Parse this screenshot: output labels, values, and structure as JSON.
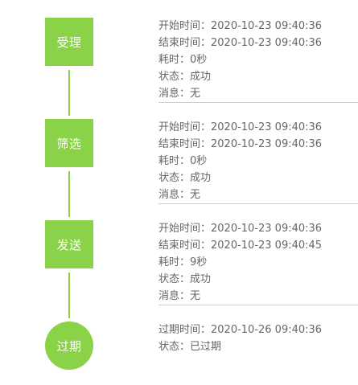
{
  "steps": [
    {
      "label": "受理",
      "lines": [
        "开始时间：2020-10-23 09:40:36",
        "结束时间：2020-10-23 09:40:36",
        "耗时：0秒",
        "状态：成功",
        "消息：无"
      ]
    },
    {
      "label": "筛选",
      "lines": [
        "开始时间：2020-10-23 09:40:36",
        "结束时间：2020-10-23 09:40:36",
        "耗时：0秒",
        "状态：成功",
        "消息：无"
      ]
    },
    {
      "label": "发送",
      "lines": [
        "开始时间：2020-10-23 09:40:36",
        "结束时间：2020-10-23 09:40:45",
        "耗时：9秒",
        "状态：成功",
        "消息：无"
      ]
    },
    {
      "label": "过期",
      "lines": [
        "过期时间：2020-10-26 09:40:36",
        "状态：已过期"
      ]
    }
  ],
  "colors": {
    "node": "#8ad247",
    "text": "#666666",
    "divider": "#cfcfcf"
  }
}
